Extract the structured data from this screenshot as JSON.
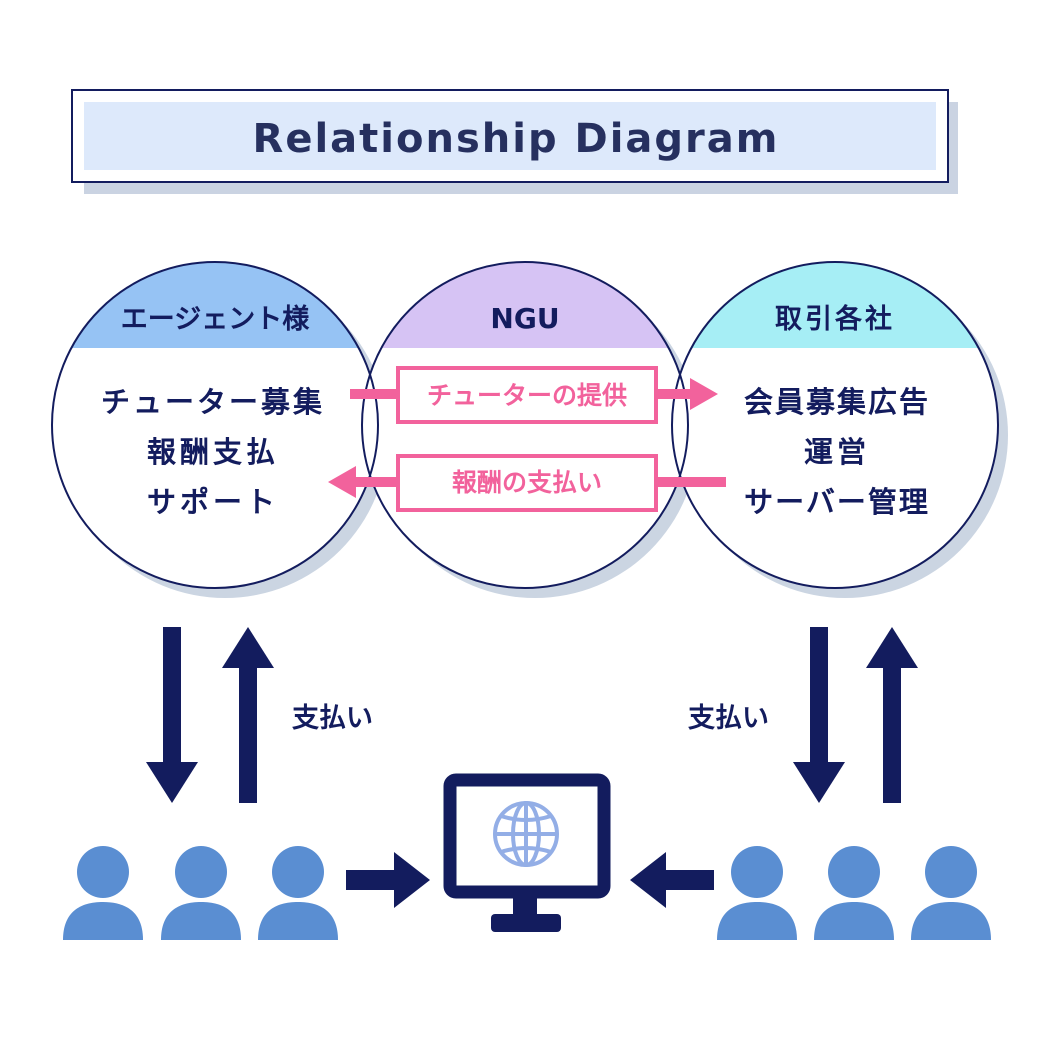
{
  "title": "Relationship Diagram",
  "circles": {
    "agent": {
      "heading": "エージェント様",
      "lines": [
        "チューター募集",
        "報酬支払",
        "サポート"
      ]
    },
    "ngu": {
      "heading": "NGU"
    },
    "partners": {
      "heading": "取引各社",
      "lines": [
        "会員募集広告",
        "運営",
        "サーバー管理"
      ]
    }
  },
  "flows": {
    "provide_tutors": "チューターの提供",
    "pay_reward": "報酬の支払い"
  },
  "payment_labels": {
    "left": "支払い",
    "right": "支払い"
  },
  "icons": {
    "monitor": "monitor-globe-icon",
    "users": "user-icon",
    "arrows": "arrow-icon"
  },
  "colors": {
    "navy": "#131c5e",
    "title_text": "#26305f",
    "agent_band": "#96c3f4",
    "ngu_band": "#d6c3f4",
    "partners_band": "#a6eef5",
    "pink": "#f2629c",
    "person": "#5a8ed2",
    "globe": "#93aee6"
  }
}
